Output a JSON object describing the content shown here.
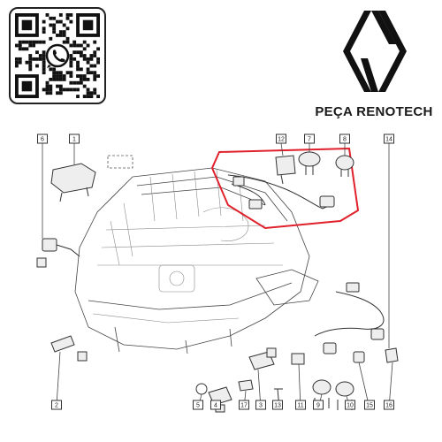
{
  "brand": {
    "name": "PEÇA RENOTECH"
  },
  "colors": {
    "highlight": "#e0202a",
    "line": "#333333"
  },
  "icons": [
    "qr-code-icon",
    "whatsapp-icon",
    "renault-logo-icon"
  ],
  "diagram": {
    "callouts": [
      "1",
      "2",
      "3",
      "4",
      "5",
      "6",
      "7",
      "8",
      "9",
      "10",
      "11",
      "12",
      "13",
      "14",
      "15",
      "16",
      "17"
    ]
  }
}
